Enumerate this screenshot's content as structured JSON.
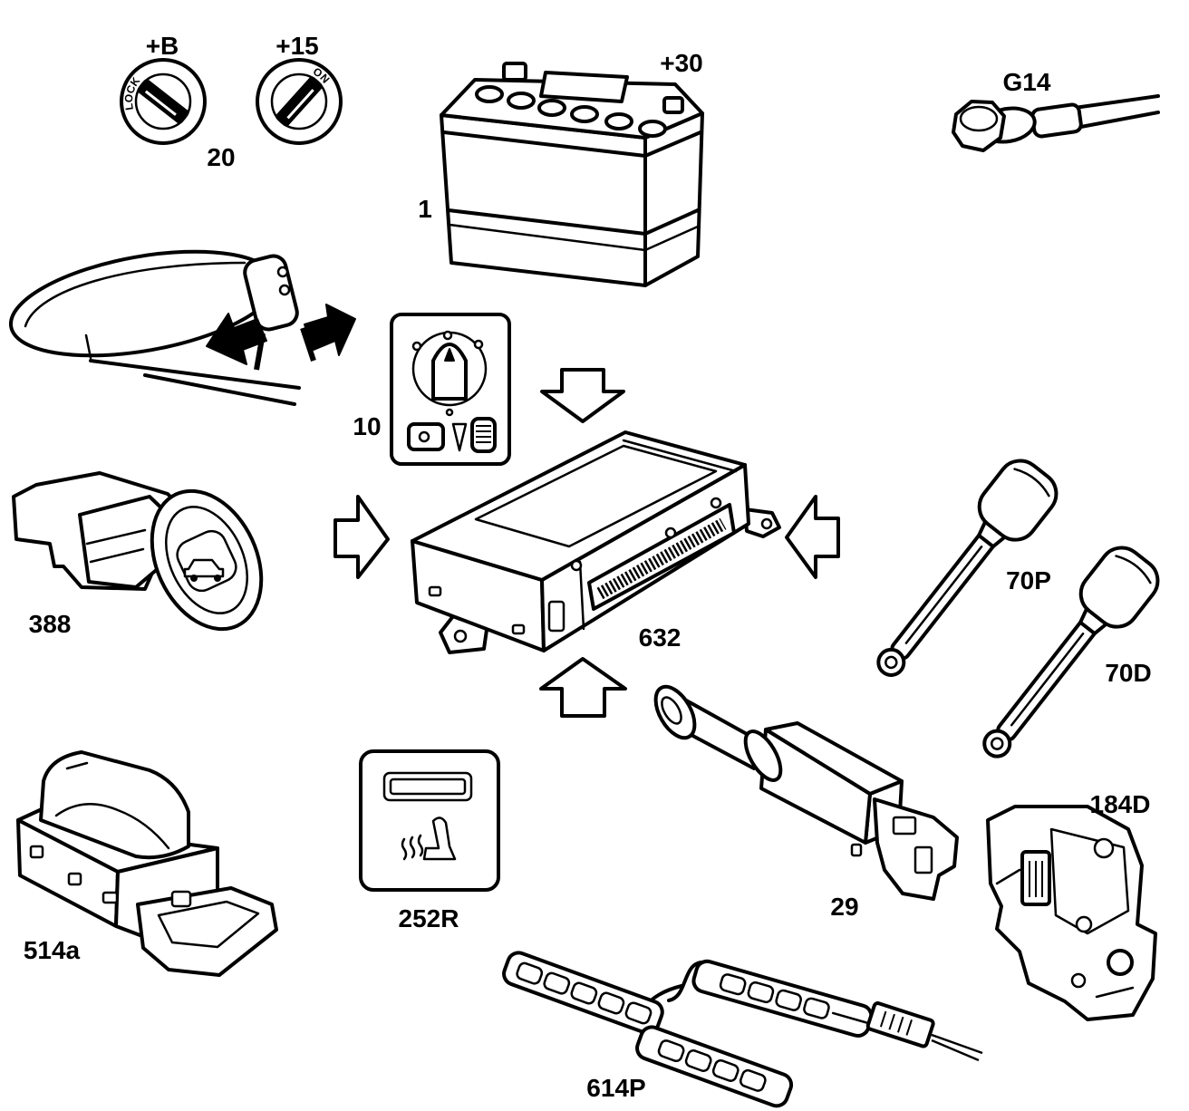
{
  "colors": {
    "line": "#000000",
    "background": "#ffffff"
  },
  "components": {
    "ignition": {
      "label": "20",
      "lock_position_label": "+B",
      "on_position_label": "+15",
      "lock_marking": "LOCK",
      "on_marking": "ON"
    },
    "battery": {
      "label": "1",
      "terminal_label": "+30"
    },
    "ground_point": {
      "label": "G14"
    },
    "lighting_switch": {
      "label": "10"
    },
    "control_unit": {
      "label": "632"
    },
    "boot_release_switch": {
      "label": "388"
    },
    "seatbelt_buckle_passenger": {
      "label": "70P"
    },
    "seatbelt_buckle_driver": {
      "label": "70D"
    },
    "window_switch": {
      "label": "514a"
    },
    "seat_heating_switch": {
      "label": "252R"
    },
    "brake_light_switch": {
      "label": "29"
    },
    "door_lock": {
      "label": "184D"
    },
    "seat_heating_element": {
      "label": "614P"
    }
  }
}
